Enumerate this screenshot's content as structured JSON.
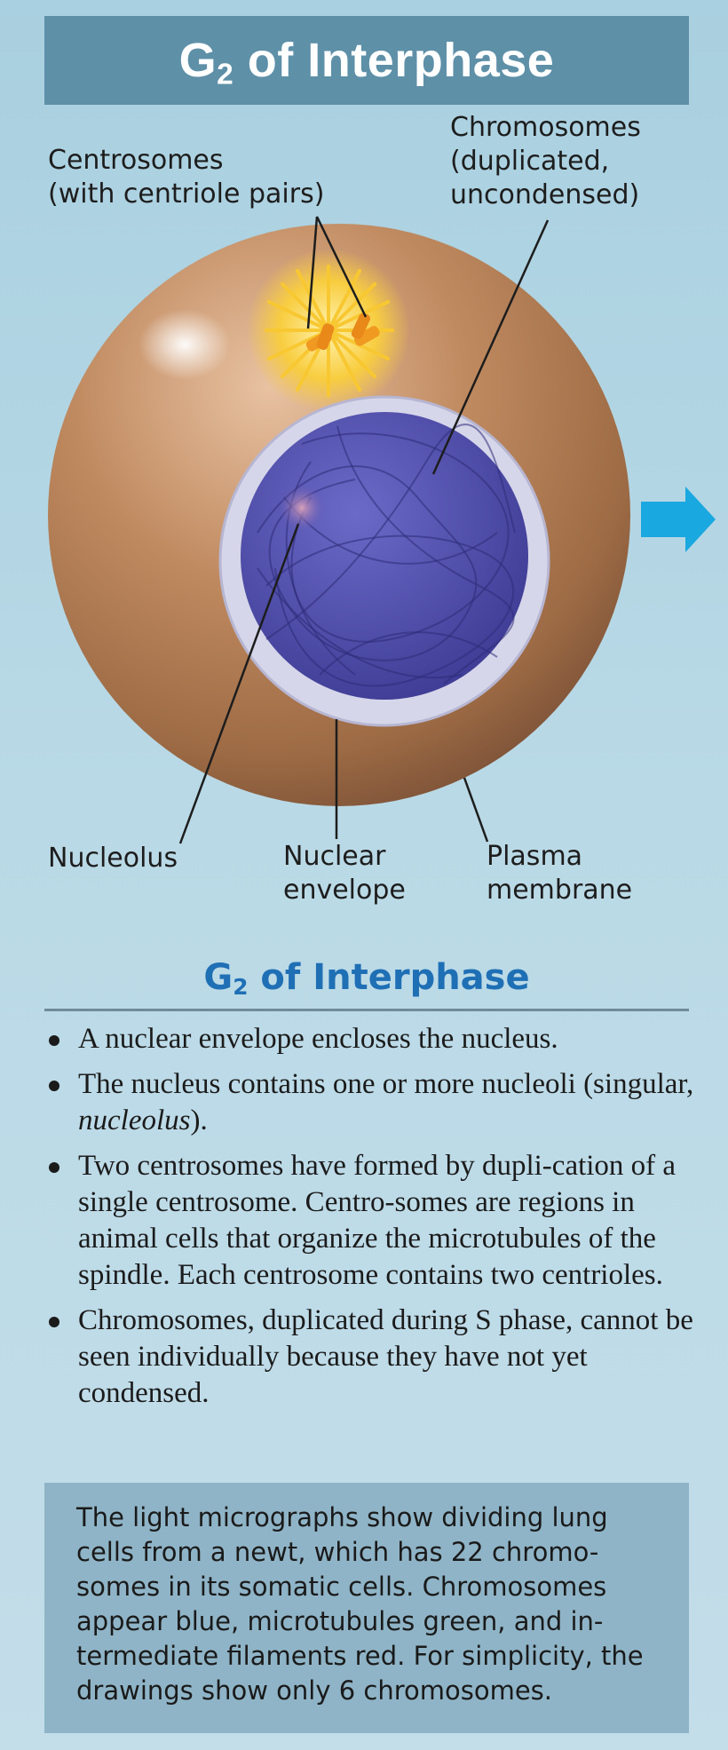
{
  "title": {
    "main": "G",
    "sub": "2",
    "rest": " of Interphase"
  },
  "labels": {
    "centrosomes_line1": "Centrosomes",
    "centrosomes_line2": "(with centriole pairs)",
    "chromosomes_line1": "Chromosomes",
    "chromosomes_line2": "(duplicated,",
    "chromosomes_line3": "uncondensed)",
    "nucleolus": "Nucleolus",
    "nuclear_envelope_line1": "Nuclear",
    "nuclear_envelope_line2": "envelope",
    "plasma_membrane_line1": "Plasma",
    "plasma_membrane_line2": "membrane"
  },
  "section": {
    "main": "G",
    "sub": "2",
    "rest": " of Interphase"
  },
  "bullets": [
    {
      "text": "A nuclear envelope encloses the nucleus."
    },
    {
      "text_before": "The nucleus contains one or more nucleoli (singular, ",
      "italic": "nucleolus",
      "text_after": ")."
    },
    {
      "text": "Two centrosomes have formed by dupli-cation of a single centrosome. Centro-somes are regions in animal cells that organize the microtubules of the spindle. Each centrosome contains two centrioles."
    },
    {
      "text": "Chromosomes, duplicated during S phase, cannot be seen individually because they have not yet condensed."
    }
  ],
  "note": "The light micrographs show dividing lung cells from a newt, which has 22 chromo-somes in its somatic cells. Chromosomes appear blue, microtubules green, and in-termediate filaments red. For simplicity, the drawings show only 6 chromosomes.",
  "colors": {
    "banner": "#5e90a8",
    "heading": "#1f6fb5",
    "cytoplasm": "#b07a52",
    "nucleus": "#5a56b0",
    "centrosome": "#f7c43a",
    "arrow": "#1aa8e0"
  }
}
